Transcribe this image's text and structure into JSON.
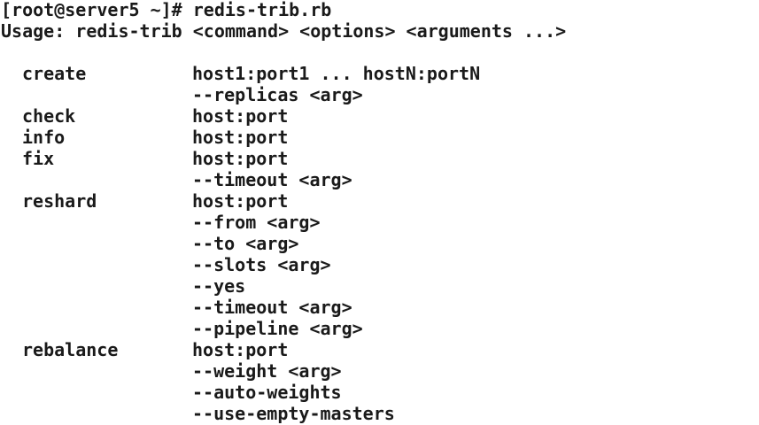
{
  "prompt": "[root@server5 ~]# ",
  "command": "redis-trib.rb",
  "usage": "Usage: redis-trib <command> <options> <arguments ...>",
  "rows": [
    {
      "cmd": "create",
      "arg": "host1:port1 ... hostN:portN"
    },
    {
      "cmd": "",
      "arg": "--replicas <arg>"
    },
    {
      "cmd": "check",
      "arg": "host:port"
    },
    {
      "cmd": "info",
      "arg": "host:port"
    },
    {
      "cmd": "fix",
      "arg": "host:port"
    },
    {
      "cmd": "",
      "arg": "--timeout <arg>"
    },
    {
      "cmd": "reshard",
      "arg": "host:port"
    },
    {
      "cmd": "",
      "arg": "--from <arg>"
    },
    {
      "cmd": "",
      "arg": "--to <arg>"
    },
    {
      "cmd": "",
      "arg": "--slots <arg>"
    },
    {
      "cmd": "",
      "arg": "--yes"
    },
    {
      "cmd": "",
      "arg": "--timeout <arg>"
    },
    {
      "cmd": "",
      "arg": "--pipeline <arg>"
    },
    {
      "cmd": "rebalance",
      "arg": "host:port"
    },
    {
      "cmd": "",
      "arg": "--weight <arg>"
    },
    {
      "cmd": "",
      "arg": "--auto-weights"
    },
    {
      "cmd": "",
      "arg": "--use-empty-masters"
    }
  ]
}
